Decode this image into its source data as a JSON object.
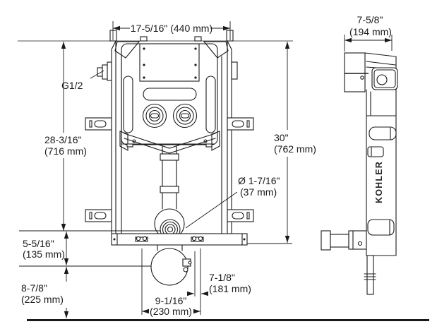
{
  "drawing": {
    "brand_label": "KOHLER",
    "labels": {
      "top_width": "17-5/16\" (440 mm)",
      "side_depth_1": "7-5/8\"",
      "side_depth_2": "(194 mm)",
      "inlet": "G1/2",
      "left_height_1": "28-3/16\"",
      "left_height_2": "(716 mm)",
      "right_height_1": "30\"",
      "right_height_2": "(762 mm)",
      "flush_pipe_dia_1": "Ø 1-7/16\"",
      "flush_pipe_dia_2": "(37 mm)",
      "outlet_drop_1": "5-5/16\"",
      "outlet_drop_2": "(135 mm)",
      "outlet_height_1": "8-7/8\"",
      "outlet_height_2": "(225 mm)",
      "outlet_width_1": "9-1/16\"",
      "outlet_width_2": "(230 mm)",
      "outlet_side_1": "7-1/8\"",
      "outlet_side_2": "(181 mm)"
    },
    "colors": {
      "line": "#1a1a1a",
      "background": "#ffffff"
    }
  }
}
